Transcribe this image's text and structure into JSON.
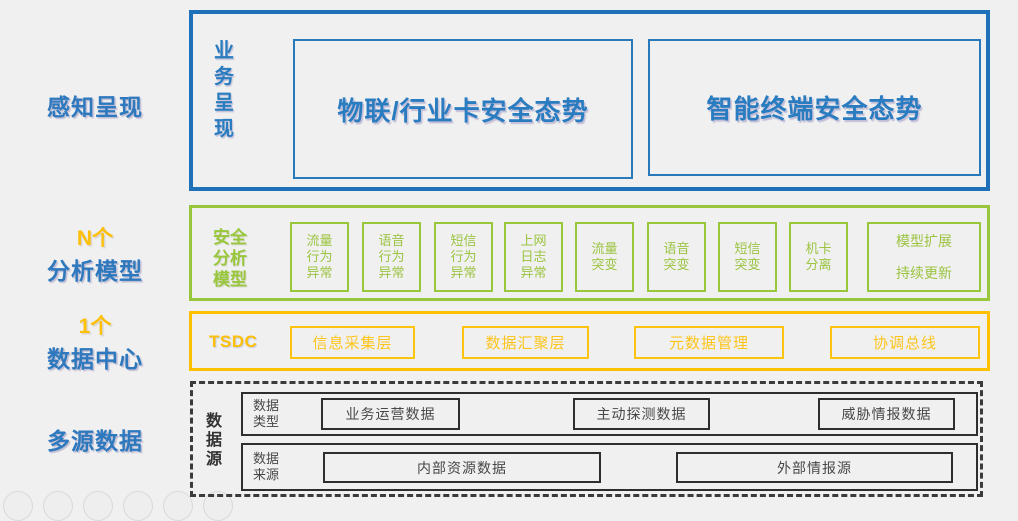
{
  "colors": {
    "background": "#f0f0f1",
    "blue_border": "#1e70b8",
    "blue_text": "#2a7cc0",
    "green": "#99c73c",
    "yellow": "#ffc000",
    "dark": "#3b3b3b"
  },
  "left_labels": {
    "perception": "感知呈现",
    "models_prefix": "N个",
    "models": "分析模型",
    "datacenter_prefix": "1个",
    "datacenter": "数据中心",
    "datasource": "多源数据"
  },
  "presentation": {
    "side_label": "业\n务\n呈\n现",
    "box1": "物联/行业卡安全态势",
    "box2": "智能终端安全态势"
  },
  "models": {
    "side_label": "安全\n分析\n模型",
    "items": [
      "流量\n行为\n异常",
      "语音\n行为\n异常",
      "短信\n行为\n异常",
      "上网\n日志\n异常",
      "流量\n突变",
      "语音\n突变",
      "短信\n突变",
      "机卡\n分离"
    ],
    "wide_item": "模型扩展\n\n持续更新"
  },
  "tsdc": {
    "side_label": "TSDC",
    "items": [
      "信息采集层",
      "数据汇聚层",
      "元数据管理",
      "协调总线"
    ]
  },
  "datasource": {
    "side_label": "数\n据\n源",
    "row1_label": "数据\n类型",
    "row1_items": [
      "业务运营数据",
      "主动探测数据",
      "威胁情报数据"
    ],
    "row2_label": "数据\n来源",
    "row2_items": [
      "内部资源数据",
      "外部情报源"
    ]
  }
}
